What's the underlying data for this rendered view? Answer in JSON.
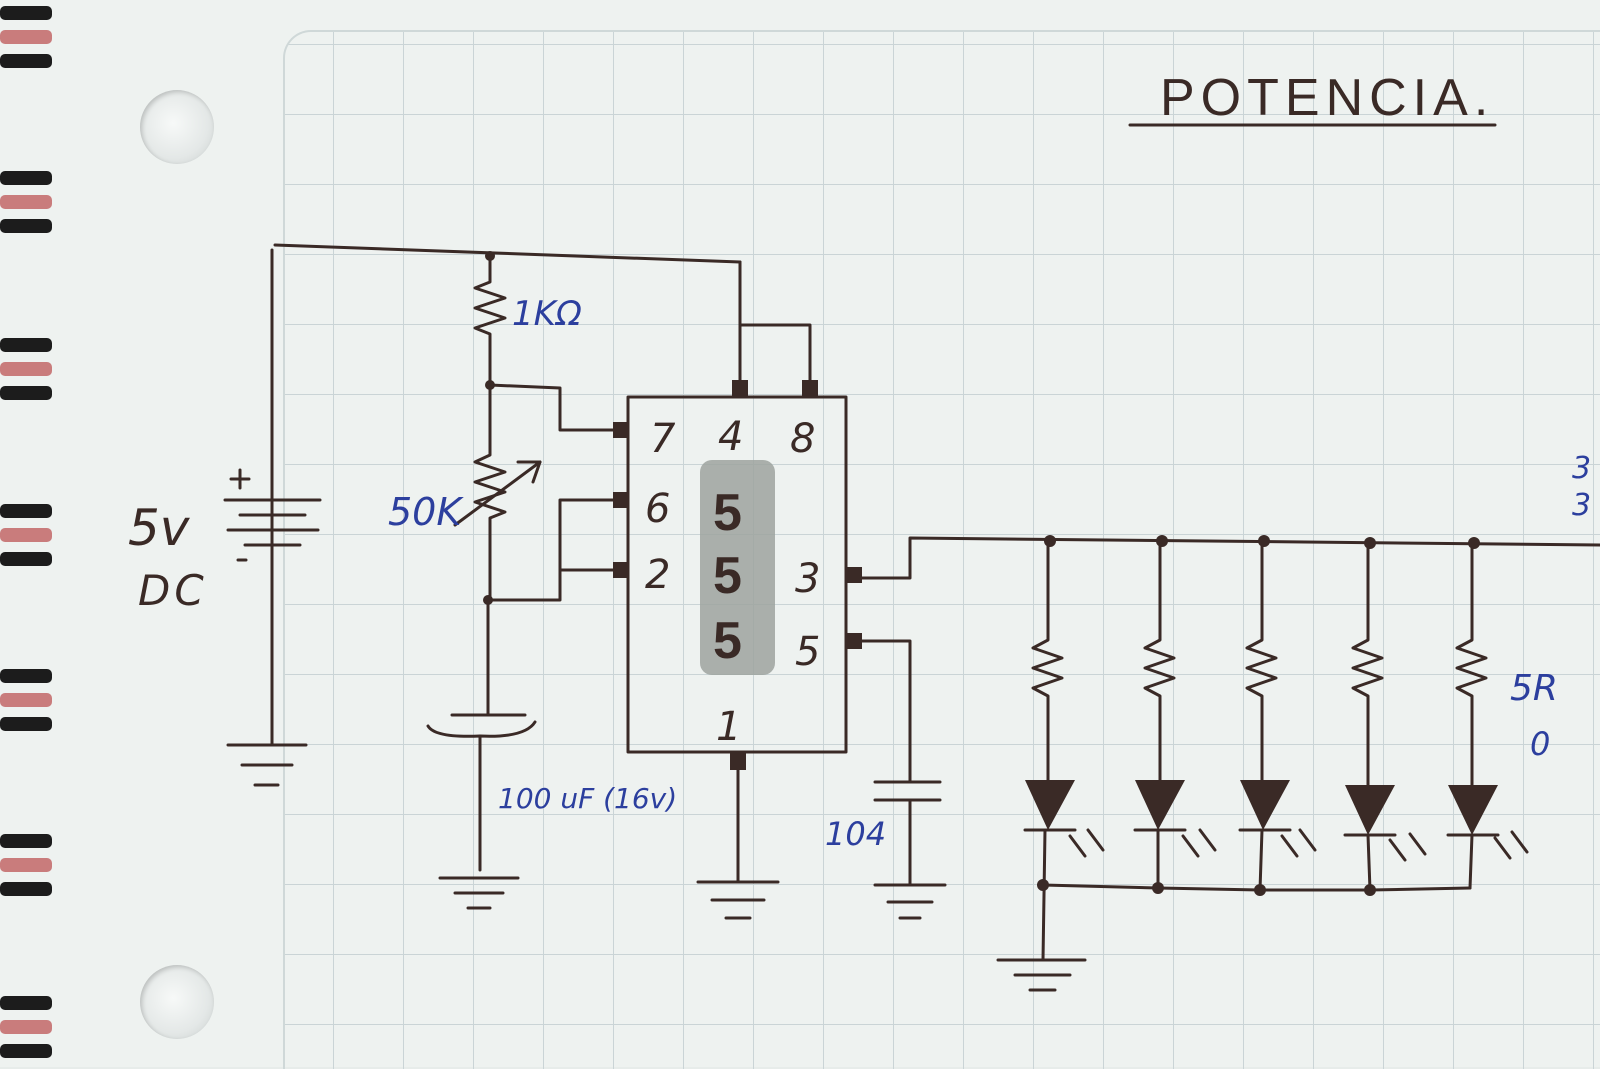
{
  "title": "POTENCIA.",
  "supply": {
    "voltage": "5v",
    "type": "DC"
  },
  "components": {
    "r1": "1KΩ",
    "pot": "50K",
    "c_timing": "100 uF (16v)",
    "c_control": "104",
    "resistor_bank_note": "5R"
  },
  "ic": {
    "chip_digits": [
      "5",
      "5",
      "5"
    ],
    "pins": {
      "p7": "7",
      "p4": "4",
      "p8": "8",
      "p6": "6",
      "p2": "2",
      "p3": "3",
      "p5": "5",
      "p1": "1"
    }
  },
  "edge_marks": {
    "right_top_a": "3",
    "right_top_b": "3",
    "right_mid": "0"
  },
  "colors": {
    "ink": "#3a2a26",
    "label_blue": "#2c3f9e",
    "grid": "#cad4d6"
  }
}
